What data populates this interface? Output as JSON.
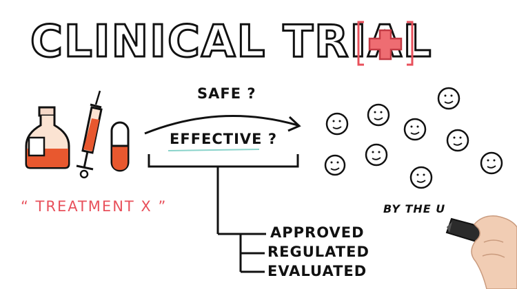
{
  "title": "CLINICAL TRIAL",
  "question_safe": "SAFE ?",
  "question_effective": "EFFECTIVE ?",
  "treatment_label": "“ TREATMENT X ”",
  "outcomes": [
    "APPROVED",
    "REGULATED",
    "EVALUATED"
  ],
  "by_the_label": "BY THE U",
  "icons": {
    "badge": "plus-badge-icon",
    "bottle": "medicine-bottle-icon",
    "syringe": "syringe-icon",
    "capsule": "capsule-icon",
    "faces": "smiley-face-icon",
    "hand": "hand-with-marker-icon"
  },
  "colors": {
    "accent_red": "#e8505b",
    "ink": "#111111",
    "treatment_text": "#e8505b",
    "effective_underline": "#3bb6a8"
  }
}
